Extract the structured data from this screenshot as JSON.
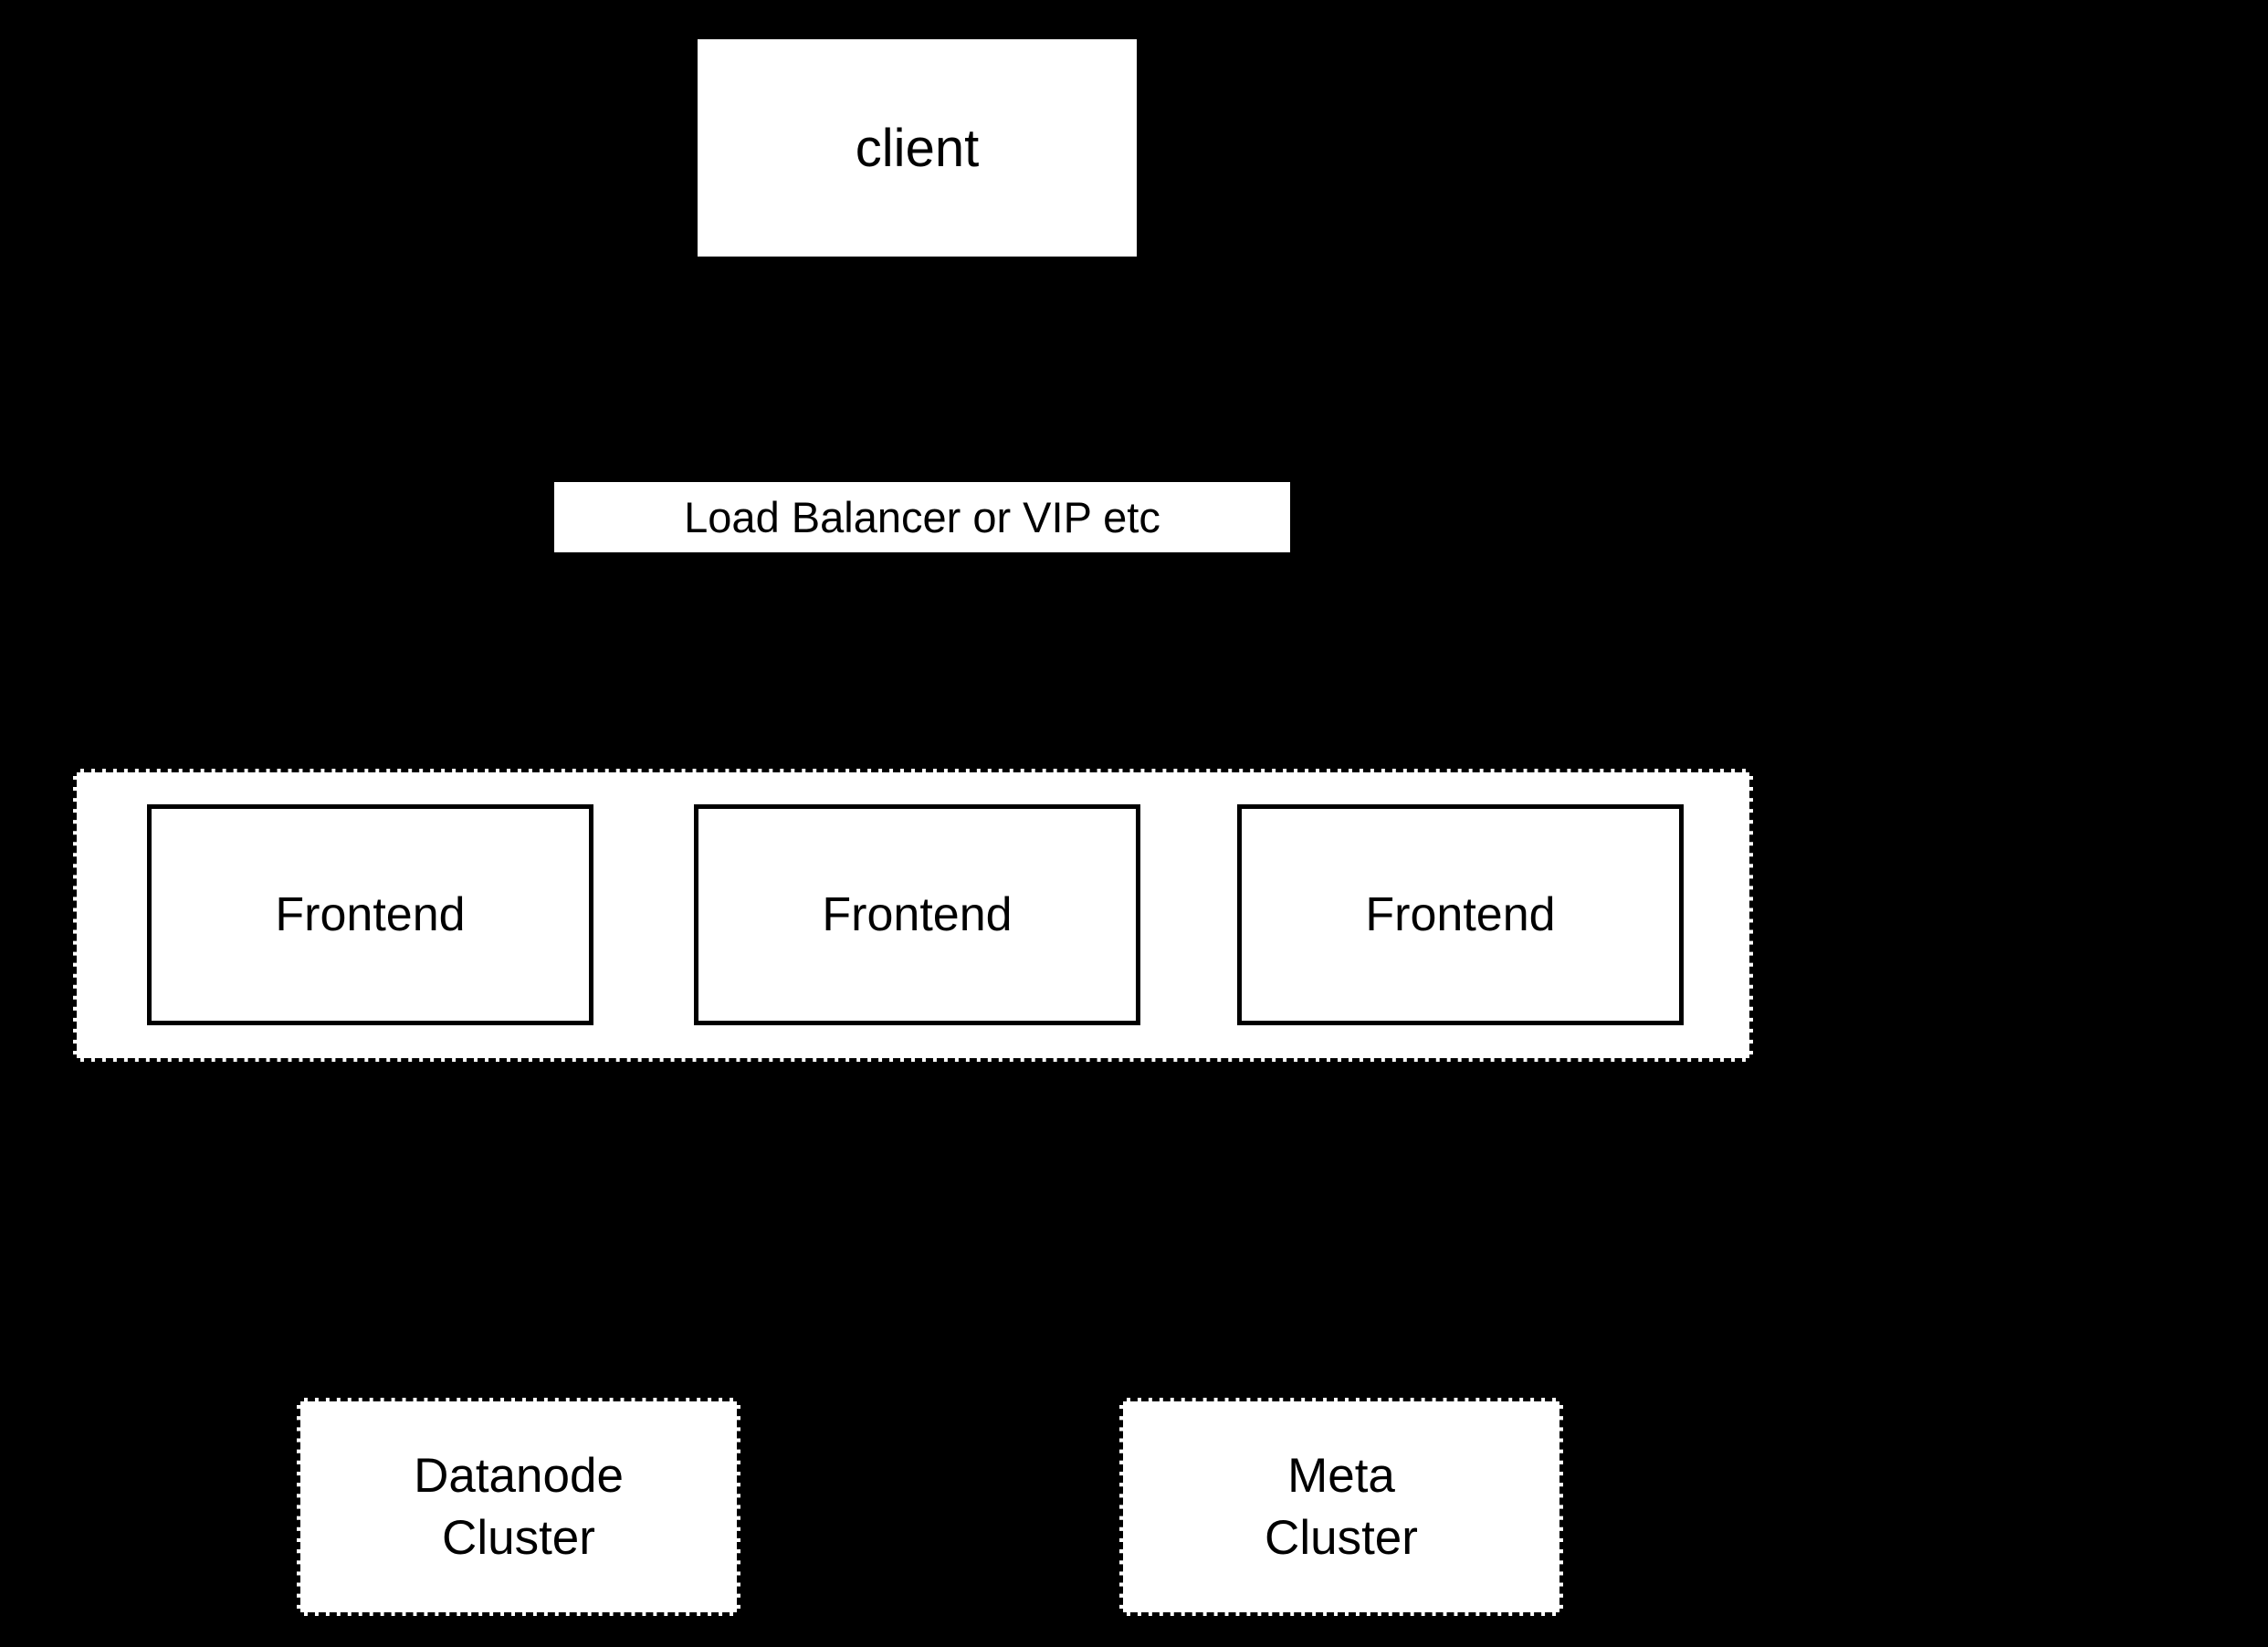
{
  "canvas": {
    "background_color": "#000000",
    "node_fill_color": "#ffffff",
    "node_text_color": "#000000",
    "border_color": "#000000"
  },
  "nodes": {
    "client": {
      "label": "client"
    },
    "load_balancer": {
      "label": "Load Balancer or VIP etc"
    },
    "frontend_group": {
      "frontends": [
        {
          "label": "Frontend"
        },
        {
          "label": "Frontend"
        },
        {
          "label": "Frontend"
        }
      ]
    },
    "datanode_cluster": {
      "lines": [
        "Datanode",
        "Cluster"
      ]
    },
    "meta_cluster": {
      "lines": [
        "Meta",
        "Cluster"
      ]
    }
  }
}
